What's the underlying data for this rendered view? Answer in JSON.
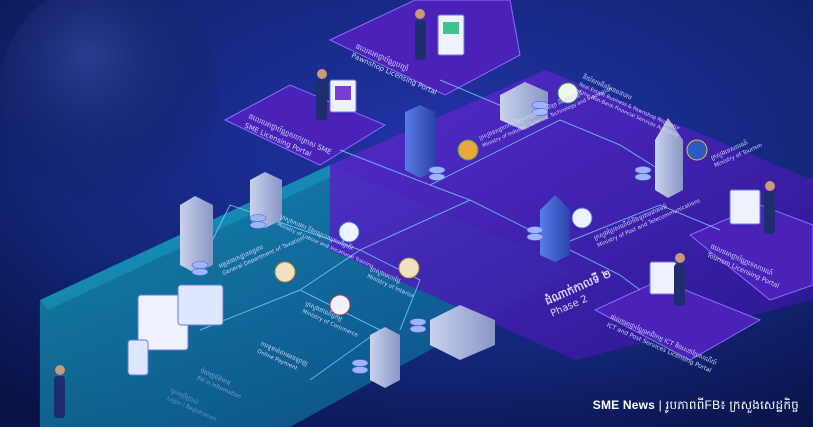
{
  "portals": {
    "pawnshop": {
      "km": "ផលេខអាជ្ញាប័ណ្ណបញ្ចាំ",
      "en": "Pawnshop Licensing Portal"
    },
    "sme": {
      "km": "ផលេខអាជ្ញាប័ណ្ណសហគ្រាស SME",
      "en": "SME Licensing Portal"
    },
    "tourism": {
      "km": "ផលេខអាជ្ញាប័ណ្ណទេសចរណ៍",
      "en": "Tourism Licensing Portal"
    },
    "ict": {
      "km": "ផលេខអាជ្ញាប័ណ្ណអាជីវកម្ម ICT និងសេវាប្រៃសណីយ៍",
      "en": "ICT and Post Services Licensing Portal"
    }
  },
  "ministries": {
    "nbfsa": {
      "km": "និយ័តករមីនមែនធនាគារ",
      "en1": "Real Estate Business & Pawnshop Regulator",
      "en2": "of the Non-Bank Financial Services Authority"
    },
    "mist": {
      "km": "ក្រសួងឧស្សាហកម្ម វិទ្យាសាស្ត្រ បច្ចេកវិទ្យា និងនវានុវត្តន៍",
      "en": "Ministry of Industry, Science, Technology and Innovation"
    },
    "tourism": {
      "km": "ក្រសួងទេសចរណ៍",
      "en": "Ministry of Tourism"
    },
    "mptc": {
      "km": "ក្រសួងប្រៃសណីយ៍និងទូរគមនាគមន៍",
      "en": "Ministry of Post and Telecommunications"
    },
    "labour": {
      "km": "ក្រសួងការងារ និងបណ្តុះបណ្តាលវិជ្ជាជីវៈ",
      "en": "Ministry of Labour and Vocational Training"
    },
    "taxation": {
      "km": "អគ្គនាយកដ្ឋានពន្ធដារ",
      "en": "General Department of Taxation"
    },
    "interior": {
      "km": "ក្រសួងមហាផ្ទៃ",
      "en": "Ministry of Interior"
    },
    "commerce": {
      "km": "ក្រសួងពាណិជ្ជកម្ម",
      "en": "Ministry of Commerce"
    }
  },
  "extras": {
    "payment": {
      "km": "ការទូទាត់តាមអនឡាញ",
      "en": "Online Payment"
    },
    "fill": {
      "km": "បំពេញព័ត៌មាន",
      "en": "Fill in information"
    },
    "login": {
      "km": "ចូលប្រើប្រាស់",
      "en": "Login / Registration"
    }
  },
  "phase": {
    "km": "ដំណាក់កាលទី ២",
    "en": "Phase 2"
  },
  "caption": {
    "source": "SME News",
    "credit": " | រូបភាពពីFB៖ ក្រសួងសេដ្ឋកិច្ច"
  },
  "colors": {
    "background": "#0c1a55",
    "platform_purple": "#3a1a9e",
    "platform_teal": "#0f6f8f",
    "link_line": "#7fd4ff"
  }
}
